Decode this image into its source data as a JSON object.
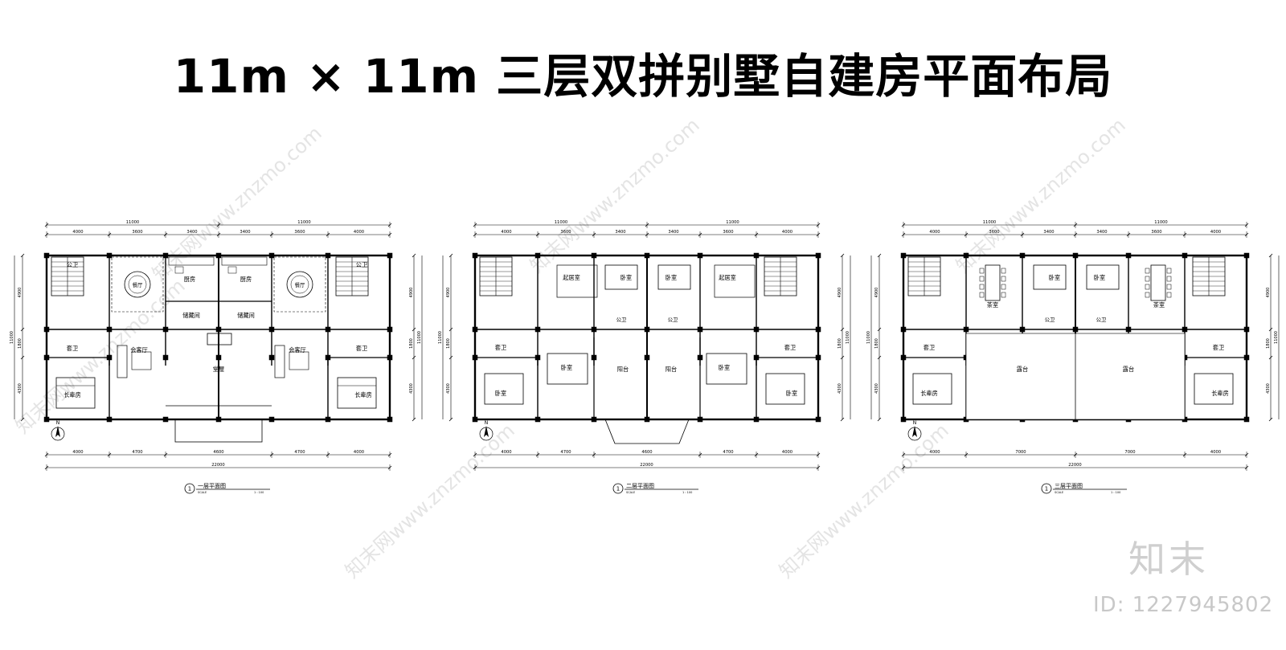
{
  "title": "11m × 11m 三层双拼别墅自建房平面布局",
  "watermark": {
    "logo": "知末",
    "id": "ID: 1227945802",
    "site": "知末网www.znzmo.com"
  },
  "plans": [
    {
      "caption": "一层平面图",
      "scale_label": "SCALE",
      "scale": "1 : 100",
      "marker": "1",
      "top_total": [
        "11000",
        "11000"
      ],
      "top_dims": [
        "4000",
        "3600",
        "3400",
        "3400",
        "3600",
        "4000"
      ],
      "bottom_dims": [
        "4000",
        "4700",
        "4600",
        "4700",
        "4000"
      ],
      "bottom_total": "22000",
      "side_dims": [
        "4900",
        "1800",
        "4300"
      ],
      "side_total": "11000",
      "rooms": [
        "公卫",
        "公卫",
        "餐厅",
        "餐厅",
        "厨房",
        "厨房",
        "储藏间",
        "储藏间",
        "套卫",
        "套卫",
        "会客厅",
        "会客厅",
        "堂屋",
        "长辈房",
        "长辈房"
      ]
    },
    {
      "caption": "二层平面图",
      "scale_label": "SCALE",
      "scale": "1 : 100",
      "marker": "1",
      "top_total": [
        "11000",
        "11000"
      ],
      "top_dims": [
        "4000",
        "3600",
        "3400",
        "3400",
        "3600",
        "4000"
      ],
      "bottom_dims": [
        "4000",
        "4700",
        "4600",
        "4700",
        "4000"
      ],
      "bottom_total": "22000",
      "side_dims": [
        "4900",
        "1800",
        "4300"
      ],
      "side_total": "11000",
      "rooms": [
        "起居室",
        "起居室",
        "卧室",
        "卧室",
        "公卫",
        "公卫",
        "套卫",
        "套卫",
        "卧室",
        "卧室",
        "阳台",
        "阳台",
        "卧室",
        "卧室"
      ]
    },
    {
      "caption": "三层平面图",
      "scale_label": "SCALE",
      "scale": "1 : 100",
      "marker": "1",
      "top_total": [
        "11000",
        "11000"
      ],
      "top_dims": [
        "4000",
        "3600",
        "3400",
        "3400",
        "3600",
        "4000"
      ],
      "bottom_dims": [
        "4000",
        "7000",
        "7000",
        "4000"
      ],
      "bottom_total": "22000",
      "side_dims": [
        "4900",
        "1800",
        "4300"
      ],
      "side_total": "11000",
      "rooms": [
        "茶室",
        "茶室",
        "卧室",
        "卧室",
        "公卫",
        "公卫",
        "套卫",
        "套卫",
        "露台",
        "露台",
        "长辈房",
        "长辈房"
      ]
    }
  ]
}
